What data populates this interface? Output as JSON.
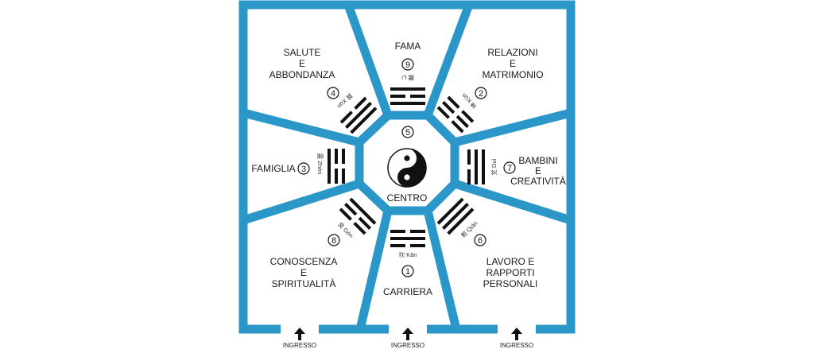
{
  "colors": {
    "frame": "#2b97c9",
    "ink": "#111111",
    "background": "#ffffff"
  },
  "center": {
    "number": "5",
    "label": "CENTRO",
    "icon": "yin-yang-icon"
  },
  "areas": {
    "fama": {
      "lines": [
        "FAMA"
      ],
      "number": "9",
      "trigram_label": "離 Lí"
    },
    "relazioni": {
      "lines": [
        "RELAZIONI",
        "E",
        "MATRIMONIO"
      ],
      "number": "2",
      "trigram_label": "坤 Kūn"
    },
    "bambini": {
      "lines": [
        "BAMBINI",
        "E",
        "CREATIVITÀ"
      ],
      "number": "7",
      "trigram_label": "兌 Duì"
    },
    "lavoro": {
      "lines": [
        "LAVORO E",
        "RAPPORTI",
        "PERSONALI"
      ],
      "number": "6",
      "trigram_label": "乾 Qián"
    },
    "carriera": {
      "lines": [
        "CARRIERA"
      ],
      "number": "1",
      "trigram_label": "坎 Kǎn"
    },
    "conoscenza": {
      "lines": [
        "CONOSCENZA",
        "E",
        "SPIRITUALITÀ"
      ],
      "number": "8",
      "trigram_label": "艮 Gèn"
    },
    "famiglia": {
      "lines": [
        "FAMIGLIA"
      ],
      "number": "3",
      "trigram_label": "震 Zhèn"
    },
    "salute": {
      "lines": [
        "SALUTE",
        "E",
        "ABBONDANZA"
      ],
      "number": "4",
      "trigram_label": "巽 Xùn"
    }
  },
  "entrances": [
    {
      "label": "INGRESSO",
      "icon": "arrow-up-icon"
    },
    {
      "label": "INGRESSO",
      "icon": "arrow-up-icon"
    },
    {
      "label": "INGRESSO",
      "icon": "arrow-up-icon"
    }
  ]
}
